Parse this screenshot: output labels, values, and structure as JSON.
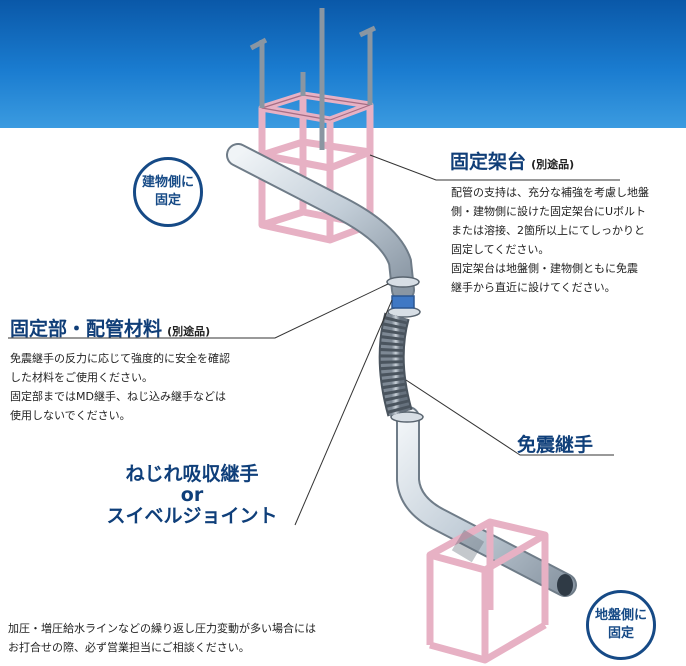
{
  "labels": {
    "building_side": [
      "建物側に",
      "固定"
    ],
    "ground_side": [
      "地盤側に",
      "固定"
    ],
    "fixed_stand": {
      "title": "固定架台",
      "suffix": "(別途品)"
    },
    "fixing_parts": {
      "title": "固定部・配管材料",
      "suffix": "(別途品)"
    },
    "seismic_joint": "免震継手",
    "twist_joint": {
      "line1": "ねじれ吸収継手",
      "line2": "or",
      "line3": "スイベルジョイント"
    }
  },
  "descriptions": {
    "fixed_stand": [
      "配管の支持は、充分な補強を考慮し地盤",
      "側・建物側に設けた固定架台にUボルト",
      "または溶接、2箇所以上にてしっかりと",
      "固定してください。",
      "固定架台は地盤側・建物側ともに免震",
      "継手から直近に設けてください。"
    ],
    "fixing_parts": [
      "免震継手の反力に応じて強度的に安全を確認",
      "した材料をご使用ください。",
      "固定部まではMD継手、ねじ込み継手などは",
      "使用しないでください。"
    ]
  },
  "footer": [
    "加圧・増圧給水ラインなどの繰り返し圧力変動が多い場合には",
    "お打合せの際、必ず営業担当にご相談ください。"
  ],
  "colors": {
    "band_top": "#0a58a8",
    "frame": "#e7b1c4",
    "pipe": "#c9d3dc",
    "title_blue": "#103e78",
    "circle_border": "#164a86"
  }
}
